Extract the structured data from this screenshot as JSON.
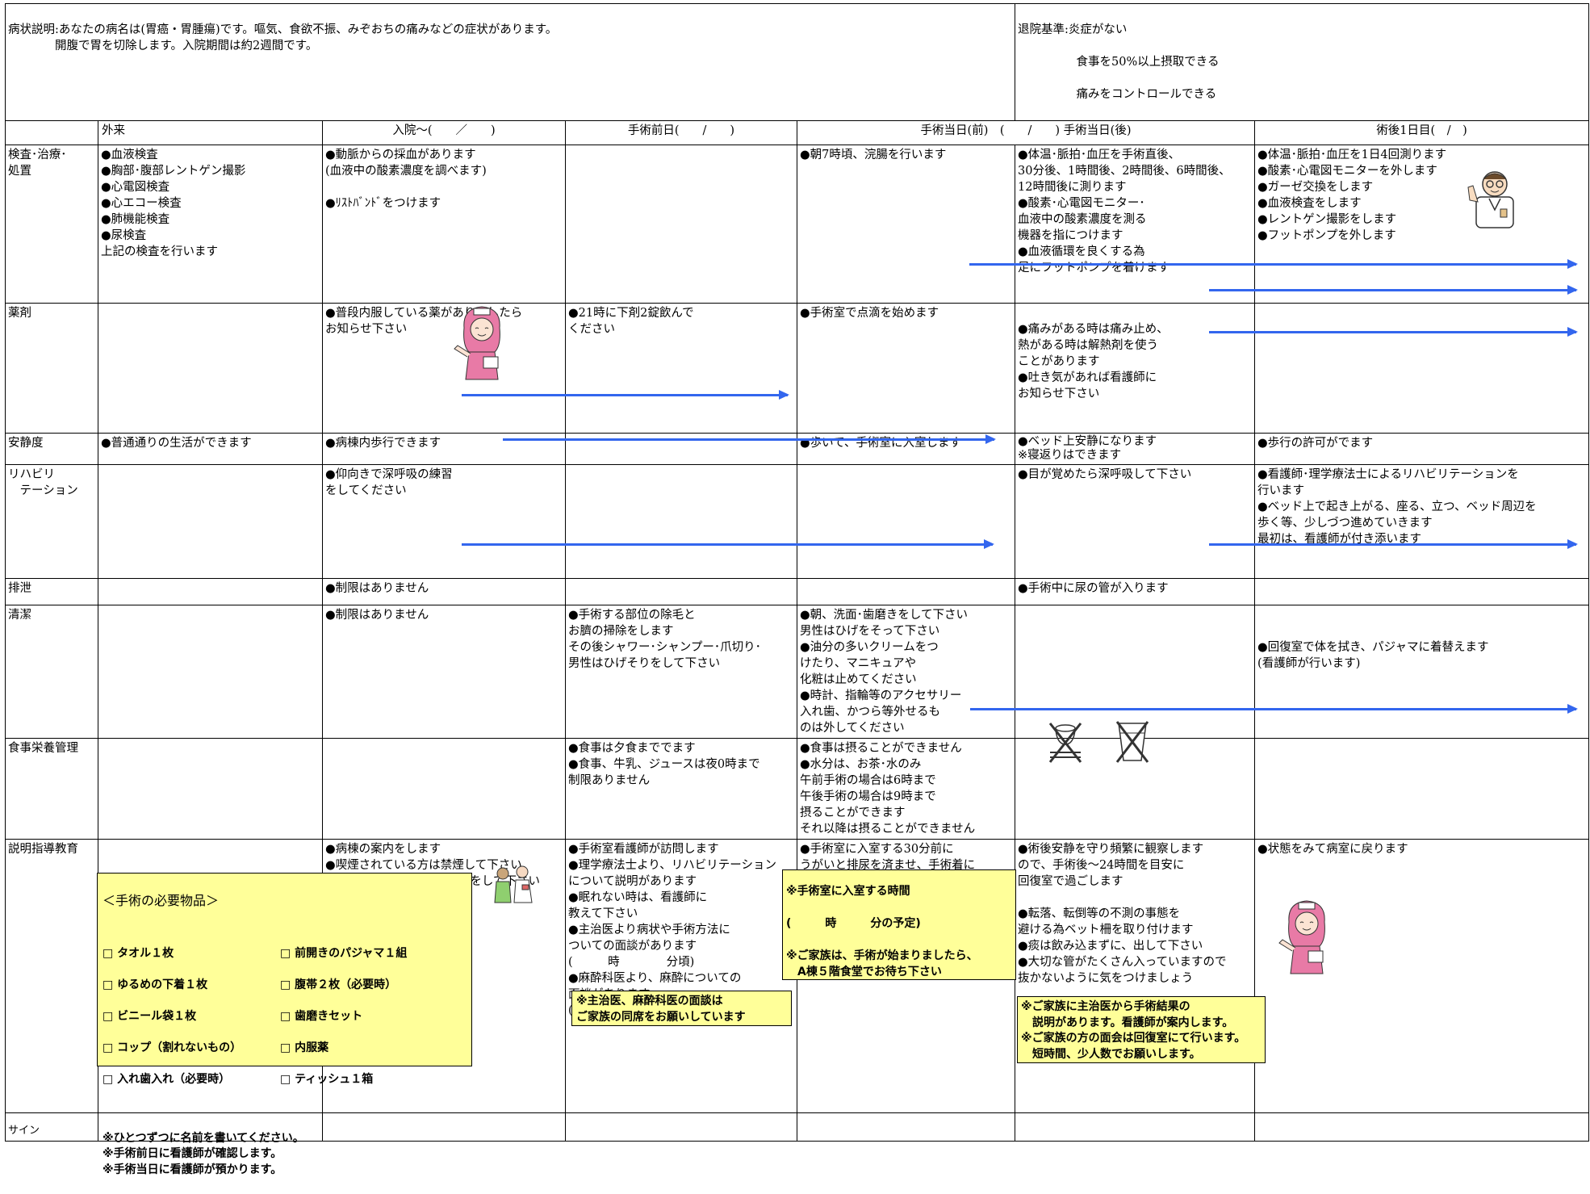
{
  "header": {
    "condition_lines": [
      "病状説明:あなたの病名は(胃癌・胃腫瘍)です。嘔気、食欲不振、みぞおちの痛みなどの症状があります。",
      "　　　　開腹で胃を切除します。入院期間は約2週間です。"
    ],
    "discharge_lines": [
      "退院基準:炎症がない",
      "　　　　　食事を50%以上摂取できる",
      "　　　　　痛みをコントロールできる"
    ]
  },
  "columns": {
    "outpatient": "外来",
    "admission": "入院～(　　／　　)",
    "pre_op_day": "手術前日(　　/　　)",
    "op_day": "手術当日(前)　(　　/　　) 手術当日(後)",
    "post_op_day1": "術後1日目(　/　)"
  },
  "rows": [
    {
      "label": "検査･治療･\n処置",
      "outpatient": "●血液検査\n●胸部･腹部レントゲン撮影\n●心電図検査\n●心エコー検査\n●肺機能検査\n●尿検査\n上記の検査を行います",
      "admission": "●動脈からの採血があります\n(血液中の酸素濃度を調べます)\n\n●ﾘｽﾄﾊﾞﾝﾄﾞをつけます",
      "pre_op": "",
      "op_before": "●朝7時頃、浣腸を行います",
      "op_after": "●体温･脈拍･血圧を手術直後、\n 30分後、1時間後、2時間後、6時間後、\n 12時間後に測ります\n●酸素･心電図モニター･\n 血液中の酸素濃度を測る\n 機器を指につけます\n●血液循環を良くする為\n 足にフットポンプを着けます",
      "post_op": "●体温･脈拍･血圧を1日4回測ります\n●酸素･心電図モニターを外します\n●ガーゼ交換をします\n●血液検査をします\n●レントゲン撮影をします\n●フットポンプを外します"
    },
    {
      "label": "薬剤",
      "outpatient": "",
      "admission": "●普段内服している薬がありましたら\n お知らせ下さい",
      "pre_op": "●21時に下剤2錠飲んで\n ください",
      "op_before": "●手術室で点滴を始めます",
      "op_after": "\n●痛みがある時は痛み止め、\n 熱がある時は解熱剤を使う\n ことがあります\n●吐き気があれば看護師に\n お知らせ下さい",
      "post_op": ""
    },
    {
      "label": "安静度",
      "outpatient": "●普通通りの生活ができます",
      "admission": "●病棟内歩行できます",
      "pre_op": "",
      "op_before": "●歩いて、手術室に入室します",
      "op_after": "●ベッド上安静になります\n※寝返りはできます",
      "post_op": "●歩行の許可がでます"
    },
    {
      "label": "リハビリ\n　テーション",
      "outpatient": "",
      "admission": "●仰向きで深呼吸の練習\n をしてください",
      "pre_op": "",
      "op_before": "",
      "op_after": "●目が覚めたら深呼吸して下さい",
      "post_op": "●看護師･理学療法士によるリハビリテーションを\n 行います\n●ベッド上で起き上がる、座る、立つ、ベッド周辺を\n 歩く等、少しづつ進めていきます\n 最初は、看護師が付き添います"
    },
    {
      "label": "排泄",
      "outpatient": "",
      "admission": "●制限はありません",
      "pre_op": "",
      "op_before": "",
      "op_after": "●手術中に尿の管が入ります",
      "post_op": ""
    },
    {
      "label": "清潔",
      "outpatient": "",
      "admission": "●制限はありません",
      "pre_op": "●手術する部位の除毛と\n お臍の掃除をします\n その後シャワー･シャンプー･爪切り･\n 男性はひげそりをして下さい",
      "op_before": "●朝、洗面･歯磨きをして下さい\n 男性はひげをそって下さい\n●油分の多いクリームをつ\n けたり、マニキュアや\n 化粧は止めてください\n●時計、指輪等のアクセサリー\n 入れ歯、かつら等外せるも\n のは外してください",
      "op_after": "",
      "post_op": "\n\n●回復室で体を拭き、パジャマに着替えます\n (看護師が行います)"
    },
    {
      "label": "食事栄養管理",
      "outpatient": "",
      "admission": "",
      "pre_op": "●食事は夕食まででます\n●食事、牛乳、ジュースは夜0時まで\n 制限ありません",
      "op_before": "●食事は摂ることができません\n●水分は、お茶･水のみ\n 午前手術の場合は6時まで\n 午後手術の場合は9時まで\n 摂ることができます\n それ以降は摂ることができません",
      "op_after": "",
      "post_op": ""
    },
    {
      "label": "説明指導教育",
      "outpatient": "",
      "admission": "●病棟の案内をします\n●喫煙されている方は禁煙して下さい\n●朝･昼･夕･寝る前にうがいをして下さい\n●薬剤師が訪問します",
      "pre_op": "●手術室看護師が訪問します\n●理学療法士より、リハビリテーション\n について説明があります\n●眠れない時は、看護師に\n 教えて下さい\n●主治医より病状や手術方法に\n ついての面談があります\n (　　　時　　　　分頃)\n●麻酔科医より、麻酔についての\n 面談があります\n (麻酔説明用紙を持参して下さい)",
      "op_before": "●手術室に入室する30分前に\n うがいと排尿を済ませ、手術着に\n 着替えます",
      "op_after": "●術後安静を守り頻繁に観察します\n ので、手術後～24時間を目安に\n 回復室で過ごします\n\n●転落、転倒等の不測の事態を\n 避ける為ベット柵を取り付けます\n●痰は飲み込まずに、出して下さい\n●大切な管がたくさん入っていますので\n 抜かないように気をつけましょう",
      "post_op": "●状態をみて病室に戻ります"
    },
    {
      "label": "サイン",
      "outpatient": "",
      "admission": "",
      "pre_op": "",
      "op_before": "",
      "op_after": "",
      "post_op": ""
    }
  ],
  "notes": {
    "supplies_title": "＜手術の必要物品＞",
    "supplies_left": [
      "□ タオル１枚",
      "□ ゆるめの下着１枚",
      "□ ビニール袋１枚",
      "□ コップ（割れないもの）",
      "□ 入れ歯入れ（必要時）"
    ],
    "supplies_right": [
      "□ 前開きのパジャマ１組",
      "□ 腹帯２枚（必要時）",
      "□ 歯磨きセット",
      "□ 内服薬",
      "□ ティッシュ１箱"
    ],
    "supplies_footer": "※ひとつずつに名前を書いてください。\n※手術前日に看護師が確認します。\n※手術当日に看護師が預かります。",
    "interview_note": "※主治医、麻酔科医の面談は\nご家族の同席をお願いしています",
    "surgery_time_note": "※手術室に入室する時間\n\n(　　　時　　　分の予定)\n\n※ご家族は、手術が始まりましたら、\n　A棟５階食堂でお待ち下さい",
    "family_note": "※ご家族に主治医から手術結果の\n　説明があります。看護師が案内します。\n※ご家族の方の面会は回復室にて行います。\n　短時間、少人数でお願いします。"
  },
  "colors": {
    "arrow": "#3366ee",
    "note_background": "#ffff99",
    "nurse_pink": "#e87aa6"
  },
  "icons": {
    "doctor": "doctor-illustration",
    "nurse": "nurse-illustration",
    "pharmacist": "pharmacist-illustration",
    "no_food": "no-food-icon",
    "no_drink": "no-drink-icon"
  }
}
